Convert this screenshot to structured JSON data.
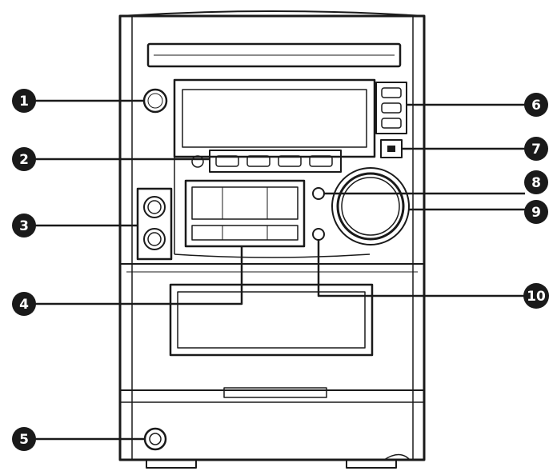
{
  "colors": {
    "ink": "#1a1a1a",
    "paper": "#ffffff",
    "shade": "#e6e6e6"
  },
  "callouts": [
    {
      "number": "1"
    },
    {
      "number": "2"
    },
    {
      "number": "3"
    },
    {
      "number": "4"
    },
    {
      "number": "5"
    },
    {
      "number": "6"
    },
    {
      "number": "7"
    },
    {
      "number": "8"
    },
    {
      "number": "9"
    },
    {
      "number": "10"
    }
  ]
}
